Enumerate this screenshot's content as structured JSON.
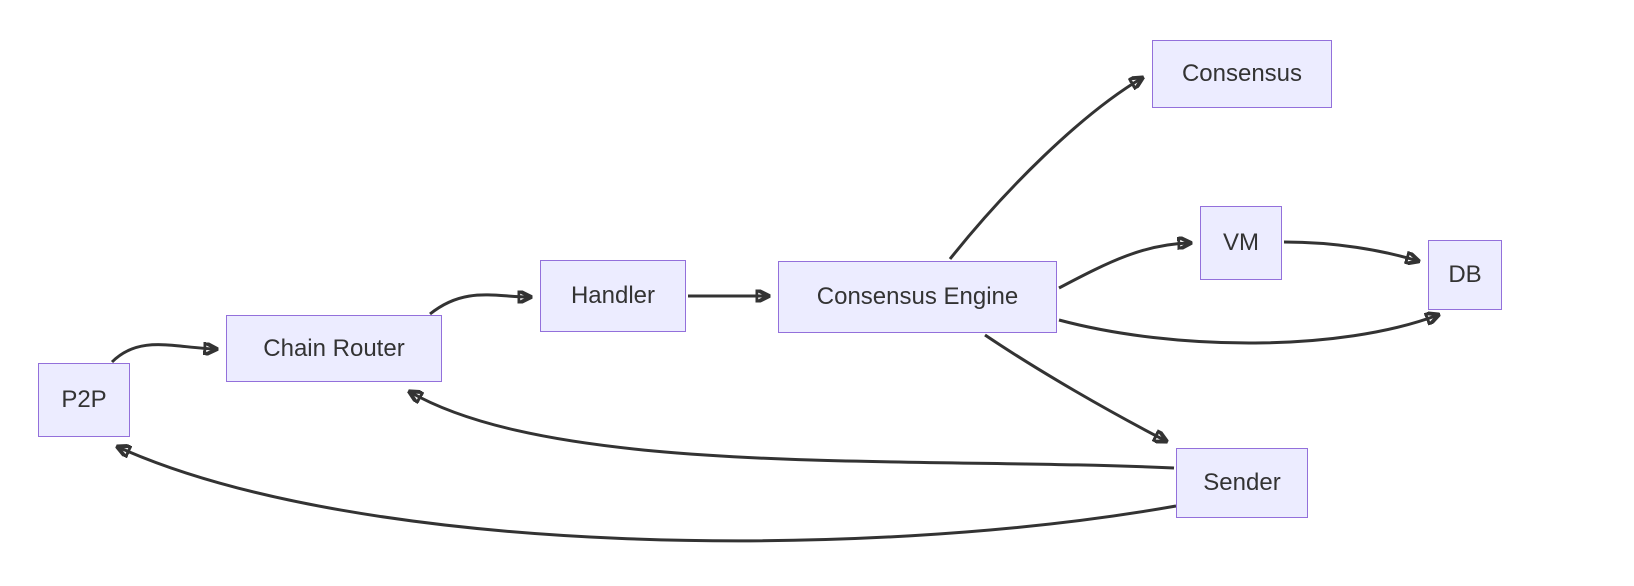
{
  "diagram": {
    "type": "flowchart",
    "direction": "left-to-right",
    "nodes": [
      {
        "id": "p2p",
        "label": "P2P"
      },
      {
        "id": "chain-router",
        "label": "Chain Router"
      },
      {
        "id": "handler",
        "label": "Handler"
      },
      {
        "id": "consensus-engine",
        "label": "Consensus Engine"
      },
      {
        "id": "consensus",
        "label": "Consensus"
      },
      {
        "id": "vm",
        "label": "VM"
      },
      {
        "id": "db",
        "label": "DB"
      },
      {
        "id": "sender",
        "label": "Sender"
      }
    ],
    "edges": [
      {
        "from": "p2p",
        "to": "chain-router"
      },
      {
        "from": "chain-router",
        "to": "handler"
      },
      {
        "from": "handler",
        "to": "consensus-engine"
      },
      {
        "from": "consensus-engine",
        "to": "consensus"
      },
      {
        "from": "consensus-engine",
        "to": "vm"
      },
      {
        "from": "vm",
        "to": "db"
      },
      {
        "from": "consensus-engine",
        "to": "db"
      },
      {
        "from": "consensus-engine",
        "to": "sender"
      },
      {
        "from": "sender",
        "to": "chain-router"
      },
      {
        "from": "sender",
        "to": "p2p"
      }
    ],
    "colors": {
      "node_fill": "#ECECFF",
      "node_border": "#9370DB",
      "edge": "#333333",
      "text": "#333333",
      "background": "#FFFFFF"
    }
  }
}
